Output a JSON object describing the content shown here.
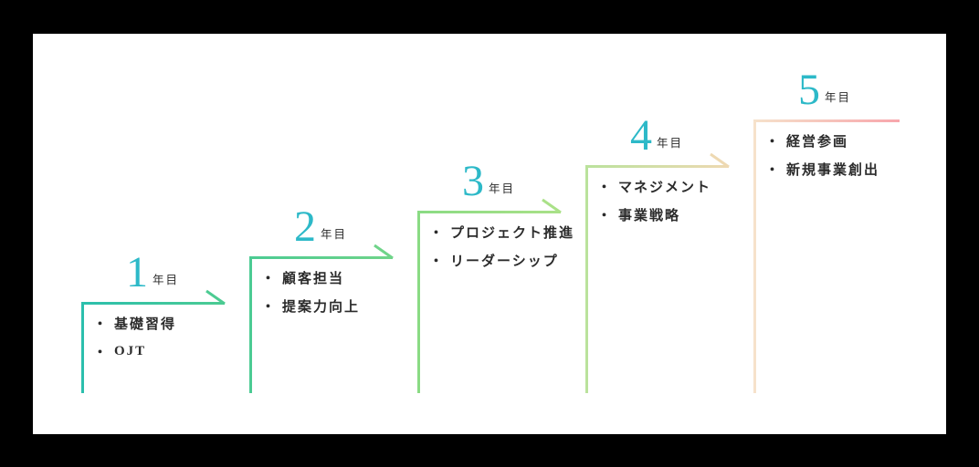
{
  "canvas": {
    "background_color": "#000000",
    "card_color": "#ffffff"
  },
  "accent": {
    "number_color": "#2db9c8",
    "text_color": "#2b2b2b"
  },
  "bullet_char": "・",
  "year_suffix": "年目",
  "steps": [
    {
      "number": "1",
      "items": [
        "基礎習得",
        "OJT"
      ],
      "color_start": "#2bbfad",
      "color_end": "#4ccb92",
      "arrow": true
    },
    {
      "number": "2",
      "items": [
        "顧客担当",
        "提案力向上"
      ],
      "color_start": "#4bcb93",
      "color_end": "#6fd489",
      "arrow": true
    },
    {
      "number": "3",
      "items": [
        "プロジェクト推進",
        "リーダーシップ"
      ],
      "color_start": "#8adb84",
      "color_end": "#aae188",
      "arrow": true
    },
    {
      "number": "4",
      "items": [
        "マネジメント",
        "事業戦略"
      ],
      "color_start": "#bae29c",
      "color_end": "#eed9b2",
      "arrow": true
    },
    {
      "number": "5",
      "items": [
        "経営参画",
        "新規事業創出"
      ],
      "color_start": "#f6e2cb",
      "color_end": "#f7a6ac",
      "arrow": false
    }
  ]
}
